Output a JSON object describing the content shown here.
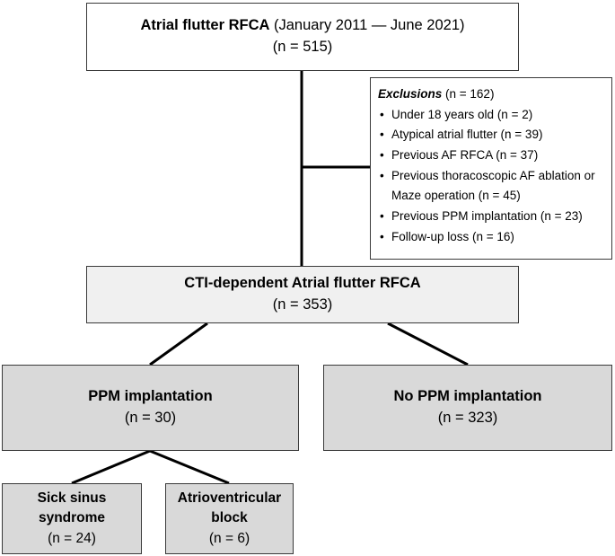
{
  "start": {
    "title_bold": "Atrial flutter RFCA",
    "title_rest": " (January 2011 — June 2021)",
    "count": "(n = 515)"
  },
  "exclusions": {
    "title": "Exclusions",
    "count": " (n = 162)",
    "items": [
      "Under 18 years old (n = 2)",
      "Atypical atrial flutter (n = 39)",
      "Previous AF RFCA (n = 37)",
      "Previous thoracoscopic AF ablation or Maze operation (n = 45)",
      "Previous PPM implantation (n = 23)",
      "Follow-up loss (n = 16)"
    ]
  },
  "cti": {
    "title": "CTI-dependent Atrial flutter RFCA",
    "count": "(n = 353)"
  },
  "ppm": {
    "title": "PPM implantation",
    "count": "(n = 30)"
  },
  "no_ppm": {
    "title": "No PPM implantation",
    "count": "(n = 323)"
  },
  "sick_sinus": {
    "title": "Sick sinus syndrome",
    "count": "(n = 24)"
  },
  "av_block": {
    "title": "Atrioventricular block",
    "count": "(n = 6)"
  }
}
